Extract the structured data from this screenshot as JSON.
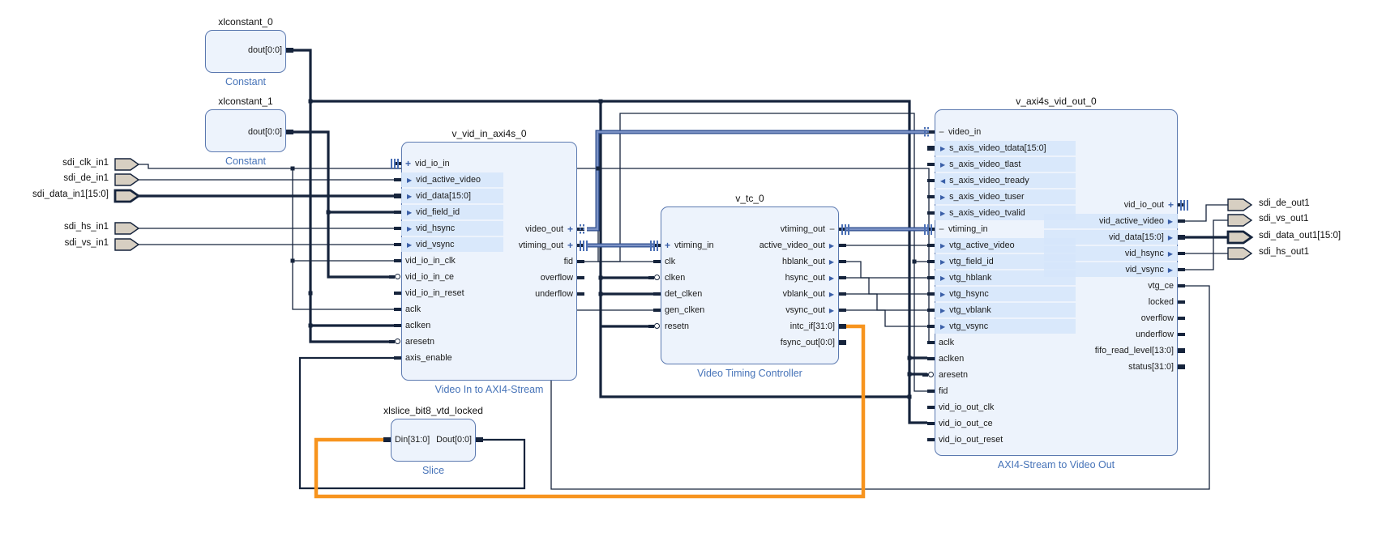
{
  "diagram": {
    "tool_hint": "block-design-canvas",
    "colors": {
      "wire": "#16243c",
      "interface_wire": "#5b74b4",
      "highlight_wire": "#f7941e",
      "block_fill": "#edf3fc",
      "block_border": "#5b79b0",
      "caption_text": "#4673b8",
      "external_port_fill": "#d7cfc2",
      "arrow_glyph": "#3a5fa8"
    },
    "external_inputs": [
      {
        "label": "sdi_clk_in1",
        "bus": false
      },
      {
        "label": "sdi_de_in1",
        "bus": false
      },
      {
        "label": "sdi_data_in1[15:0]",
        "bus": true
      },
      {
        "label": "sdi_hs_in1",
        "bus": false
      },
      {
        "label": "sdi_vs_in1",
        "bus": false
      }
    ],
    "external_outputs": [
      {
        "label": "sdi_de_out1",
        "bus": false
      },
      {
        "label": "sdi_vs_out1",
        "bus": false
      },
      {
        "label": "sdi_data_out1[15:0]",
        "bus": true
      },
      {
        "label": "sdi_hs_out1",
        "bus": false
      }
    ],
    "blocks": [
      {
        "id": "xlconstant_0",
        "title": "xlconstant_0",
        "caption": "Constant",
        "left_ports": [],
        "right_ports": [
          {
            "label": "dout[0:0]",
            "bus": true
          }
        ]
      },
      {
        "id": "xlconstant_1",
        "title": "xlconstant_1",
        "caption": "Constant",
        "left_ports": [],
        "right_ports": [
          {
            "label": "dout[0:0]",
            "bus": true
          }
        ]
      },
      {
        "id": "v_vid_in_axi4s_0",
        "title": "v_vid_in_axi4s_0",
        "caption": "Video In to AXI4-Stream",
        "left_ports": [
          {
            "label": "vid_io_in",
            "iface": "plus",
            "icon": "bars"
          },
          {
            "label": "vid_active_video",
            "arrow": "r",
            "sub": true
          },
          {
            "label": "vid_data[15:0]",
            "arrow": "r",
            "sub": true,
            "bus": true
          },
          {
            "label": "vid_field_id",
            "arrow": "r",
            "sub": true
          },
          {
            "label": "vid_hsync",
            "arrow": "r",
            "sub": true
          },
          {
            "label": "vid_vsync",
            "arrow": "r",
            "sub": true
          },
          {
            "label": "vid_io_in_clk"
          },
          {
            "label": "vid_io_in_ce",
            "circle": true
          },
          {
            "label": "vid_io_in_reset"
          },
          {
            "label": "aclk"
          },
          {
            "label": "aclken"
          },
          {
            "label": "aresetn",
            "circle": true
          },
          {
            "label": "axis_enable"
          }
        ],
        "right_ports": [
          {
            "label": "video_out",
            "iface": "plus",
            "icon": "axis"
          },
          {
            "label": "vtiming_out",
            "iface": "plus",
            "icon": "bars"
          },
          {
            "label": "fid"
          },
          {
            "label": "overflow"
          },
          {
            "label": "underflow"
          }
        ]
      },
      {
        "id": "v_tc_0",
        "title": "v_tc_0",
        "caption": "Video Timing Controller",
        "left_ports": [
          {
            "label": "vtiming_in",
            "iface": "plus",
            "icon": "bars"
          },
          {
            "label": "clk"
          },
          {
            "label": "clken",
            "circle": true
          },
          {
            "label": "det_clken"
          },
          {
            "label": "gen_clken"
          },
          {
            "label": "resetn",
            "circle": true
          }
        ],
        "right_ports": [
          {
            "label": "vtiming_out",
            "iface": "minus",
            "icon": "bars"
          },
          {
            "label": "active_video_out",
            "arrow": "r"
          },
          {
            "label": "hblank_out",
            "arrow": "r"
          },
          {
            "label": "hsync_out",
            "arrow": "r"
          },
          {
            "label": "vblank_out",
            "arrow": "r"
          },
          {
            "label": "vsync_out",
            "arrow": "r"
          },
          {
            "label": "intc_if[31:0]",
            "bus": true
          },
          {
            "label": "fsync_out[0:0]",
            "bus": true
          }
        ]
      },
      {
        "id": "v_axi4s_vid_out_0",
        "title": "v_axi4s_vid_out_0",
        "caption": "AXI4-Stream to Video Out",
        "left_ports": [
          {
            "label": "video_in",
            "iface": "minus",
            "icon": "axis"
          },
          {
            "label": "s_axis_video_tdata[15:0]",
            "arrow": "r",
            "sub": true,
            "bus": true
          },
          {
            "label": "s_axis_video_tlast",
            "arrow": "r",
            "sub": true
          },
          {
            "label": "s_axis_video_tready",
            "arrow": "l",
            "sub": true
          },
          {
            "label": "s_axis_video_tuser",
            "arrow": "r",
            "sub": true
          },
          {
            "label": "s_axis_video_tvalid",
            "arrow": "r",
            "sub": true
          },
          {
            "label": "vtiming_in",
            "iface": "minus",
            "icon": "bars"
          },
          {
            "label": "vtg_active_video",
            "arrow": "r",
            "sub": true
          },
          {
            "label": "vtg_field_id",
            "arrow": "r",
            "sub": true
          },
          {
            "label": "vtg_hblank",
            "arrow": "r",
            "sub": true
          },
          {
            "label": "vtg_hsync",
            "arrow": "r",
            "sub": true
          },
          {
            "label": "vtg_vblank",
            "arrow": "r",
            "sub": true
          },
          {
            "label": "vtg_vsync",
            "arrow": "r",
            "sub": true
          },
          {
            "label": "aclk"
          },
          {
            "label": "aclken"
          },
          {
            "label": "aresetn",
            "circle": true
          },
          {
            "label": "fid"
          },
          {
            "label": "vid_io_out_clk"
          },
          {
            "label": "vid_io_out_ce"
          },
          {
            "label": "vid_io_out_reset"
          }
        ],
        "right_ports": [
          {
            "label": "vid_io_out",
            "iface": "plus",
            "icon": "bars"
          },
          {
            "label": "vid_active_video",
            "arrow": "r",
            "sub": true
          },
          {
            "label": "vid_data[15:0]",
            "arrow": "r",
            "sub": true,
            "bus": true
          },
          {
            "label": "vid_hsync",
            "arrow": "r",
            "sub": true
          },
          {
            "label": "vid_vsync",
            "arrow": "r",
            "sub": true
          },
          {
            "label": "vtg_ce"
          },
          {
            "label": "locked"
          },
          {
            "label": "overflow"
          },
          {
            "label": "underflow"
          },
          {
            "label": "fifo_read_level[13:0]",
            "bus": true
          },
          {
            "label": "status[31:0]",
            "bus": true
          }
        ]
      },
      {
        "id": "xlslice_bit8_vtd_locked",
        "title": "xlslice_bit8_vtd_locked",
        "caption": "Slice",
        "left_ports": [
          {
            "label": "Din[31:0]",
            "bus": true
          }
        ],
        "right_ports": [
          {
            "label": "Dout[0:0]",
            "bus": true
          }
        ]
      }
    ]
  }
}
